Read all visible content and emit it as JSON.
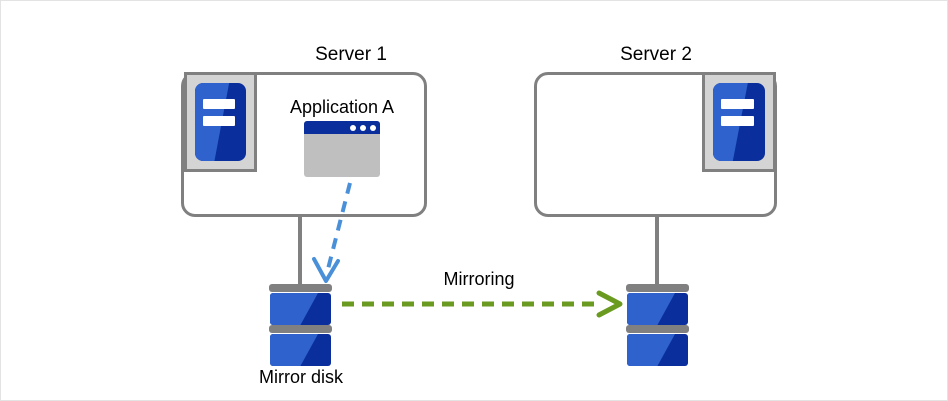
{
  "diagram": {
    "title_server1": "Server 1",
    "title_server2": "Server 2",
    "application_label": "Application A",
    "mirroring_label": "Mirroring",
    "mirror_disk_label": "Mirror disk",
    "colors": {
      "frame_border": "#e3e3e3",
      "box_border": "#808080",
      "icon_bg": "#d4d4d4",
      "blue_dark": "#0a2f9c",
      "blue_light": "#2f62cd",
      "window_body": "#bfbfbf",
      "arrow_blue": "#4a90d9",
      "arrow_green": "#6a9a1f",
      "text": "#000000"
    },
    "nodes": [
      {
        "id": "server1",
        "label": "Server 1",
        "icon": "server-icon",
        "contains": "Application A"
      },
      {
        "id": "server2",
        "label": "Server 2",
        "icon": "server-icon",
        "contains": ""
      },
      {
        "id": "disk1",
        "label": "Mirror disk",
        "icon": "disk-icon"
      },
      {
        "id": "disk2",
        "label": "",
        "icon": "disk-icon"
      }
    ],
    "edges": [
      {
        "from": "server1",
        "to": "disk1",
        "style": "solid-gray",
        "label": ""
      },
      {
        "from": "server2",
        "to": "disk2",
        "style": "solid-gray",
        "label": ""
      },
      {
        "from": "application-a",
        "to": "disk1",
        "style": "dashed-blue-arrow",
        "label": ""
      },
      {
        "from": "disk1",
        "to": "disk2",
        "style": "dashed-green-arrow",
        "label": "Mirroring"
      }
    ]
  }
}
